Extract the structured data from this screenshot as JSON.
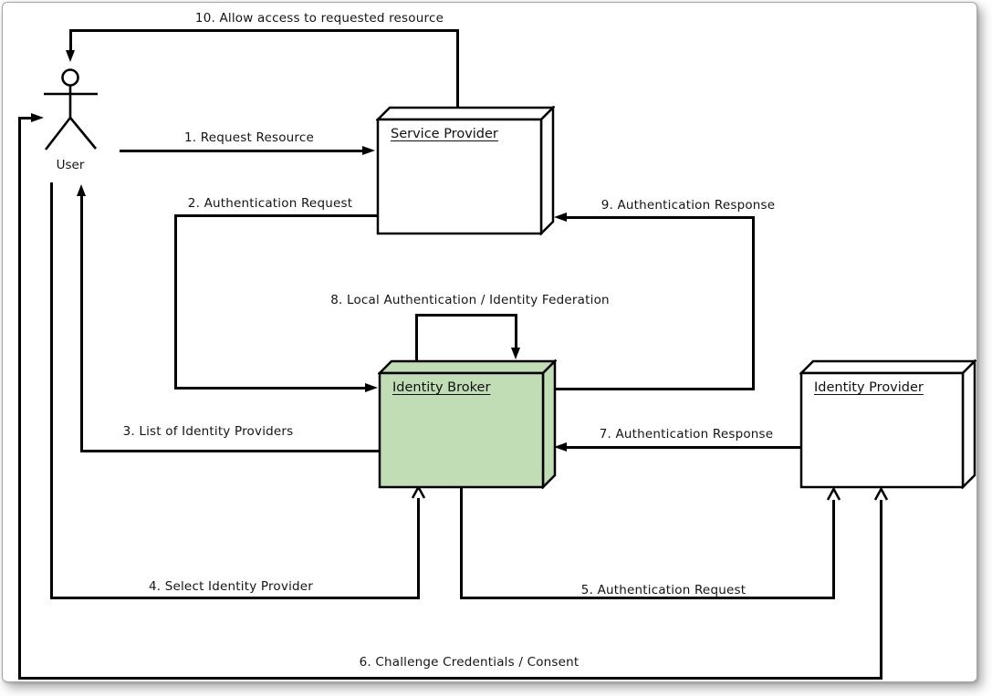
{
  "actor": {
    "label": "User"
  },
  "nodes": [
    {
      "id": "service-provider",
      "label": "Service Provider",
      "fill": "#ffffff"
    },
    {
      "id": "identity-broker",
      "label": "Identity Broker",
      "fill": "#c1ddb6"
    },
    {
      "id": "identity-provider",
      "label": "Identity Provider",
      "fill": "#ffffff"
    }
  ],
  "flows": [
    {
      "label": "1. Request Resource",
      "from": "User",
      "to": "Service Provider"
    },
    {
      "label": "2. Authentication Request",
      "from": "Service Provider",
      "to": "Identity Broker"
    },
    {
      "label": "3. List of Identity Providers",
      "from": "Identity Broker",
      "to": "User"
    },
    {
      "label": "4. Select Identity Provider",
      "from": "User",
      "to": "Identity Broker"
    },
    {
      "label": "5. Authentication Request",
      "from": "Identity Broker",
      "to": "Identity Provider"
    },
    {
      "label": "6. Challenge Credentials / Consent",
      "from": "Identity Provider",
      "to": "User"
    },
    {
      "label": "7. Authentication Response",
      "from": "Identity Provider",
      "to": "Identity Broker"
    },
    {
      "label": "8. Local Authentication / Identity Federation",
      "from": "Identity Broker",
      "to": "Identity Broker"
    },
    {
      "label": "9. Authentication Response",
      "from": "Identity Broker",
      "to": "Service Provider"
    },
    {
      "label": "10. Allow access to requested resource",
      "from": "Service Provider",
      "to": "User"
    }
  ],
  "colors": {
    "line": "#000000",
    "broker_fill": "#c1ddb6",
    "node_fill": "#ffffff"
  }
}
